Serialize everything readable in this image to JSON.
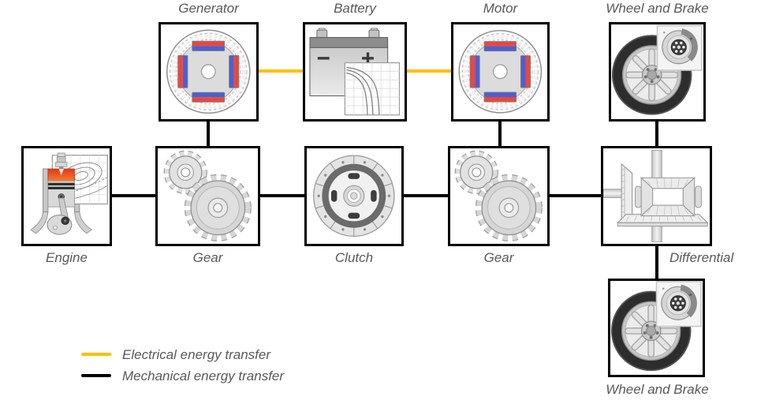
{
  "nodes": {
    "generator": {
      "label": "Generator"
    },
    "battery": {
      "label": "Battery"
    },
    "motor": {
      "label": "Motor"
    },
    "wheel_brake_top": {
      "label": "Wheel and Brake"
    },
    "engine": {
      "label": "Engine"
    },
    "gear_left": {
      "label": "Gear"
    },
    "clutch": {
      "label": "Clutch"
    },
    "gear_right": {
      "label": "Gear"
    },
    "differential": {
      "label": "Differential"
    },
    "wheel_brake_bottom": {
      "label": "Wheel and Brake"
    }
  },
  "legend": {
    "electrical": {
      "label": "Electrical energy transfer",
      "color": "#FFC000"
    },
    "mechanical": {
      "label": "Mechanical energy transfer",
      "color": "#000000"
    }
  },
  "connections": [
    {
      "from": "generator",
      "to": "battery",
      "type": "electrical"
    },
    {
      "from": "battery",
      "to": "motor",
      "type": "electrical"
    },
    {
      "from": "engine",
      "to": "gear_left",
      "type": "mechanical"
    },
    {
      "from": "generator",
      "to": "gear_left",
      "type": "mechanical"
    },
    {
      "from": "gear_left",
      "to": "clutch",
      "type": "mechanical"
    },
    {
      "from": "clutch",
      "to": "gear_right",
      "type": "mechanical"
    },
    {
      "from": "motor",
      "to": "gear_right",
      "type": "mechanical"
    },
    {
      "from": "gear_right",
      "to": "differential",
      "type": "mechanical"
    },
    {
      "from": "differential",
      "to": "wheel_brake_top",
      "type": "mechanical"
    },
    {
      "from": "differential",
      "to": "wheel_brake_bottom",
      "type": "mechanical"
    }
  ],
  "colors": {
    "box_border": "#000000",
    "label_text": "#595959",
    "magnet_red": "#E8483F",
    "magnet_blue": "#4D5FD0",
    "electrical_line": "#FFC000",
    "mechanical_line": "#000000"
  }
}
